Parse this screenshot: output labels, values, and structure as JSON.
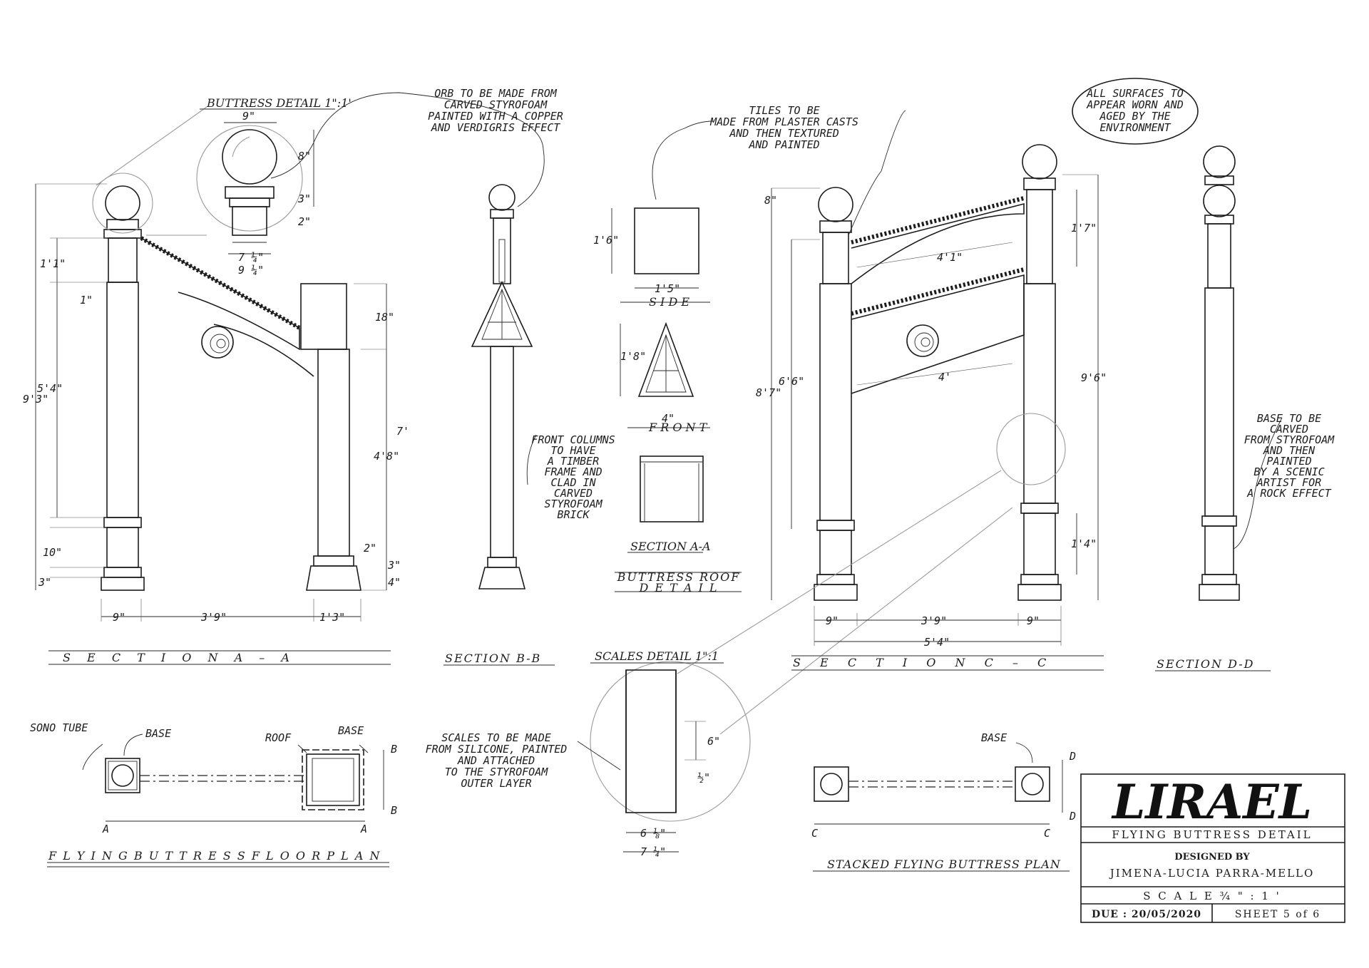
{
  "notes": {
    "orb": [
      "ORB TO BE MADE FROM",
      "CARVED STYROFOAM",
      "PAINTED WITH A COPPER",
      "AND VERDIGRIS EFFECT"
    ],
    "tiles": [
      "TILES TO BE",
      "MADE FROM PLASTER CASTS",
      "AND THEN TEXTURED",
      "AND PAINTED"
    ],
    "surfaces": [
      "ALL SURFACES TO",
      "APPEAR WORN AND",
      "AGED BY THE",
      "ENVIRONMENT"
    ],
    "front_columns": [
      "FRONT COLUMNS",
      "TO HAVE",
      "A TIMBER",
      "FRAME AND",
      "CLAD IN",
      "CARVED",
      "STYROFOAM",
      "BRICK"
    ],
    "base": [
      "BASE TO BE",
      "CARVED",
      "FROM STYROFOAM",
      "AND THEN",
      "PAINTED",
      "BY A SCENIC",
      "ARTIST FOR",
      "A ROCK EFFECT"
    ],
    "scales": [
      "SCALES TO BE MADE",
      "FROM SILICONE, PAINTED",
      "AND ATTACHED",
      "TO THE STYROFOAM",
      "OUTER LAYER"
    ]
  },
  "titles": {
    "buttress_detail": "BUTTRESS  DETAIL 1\":1'",
    "side": "S I D E",
    "front": "F R O N T",
    "section_aa_small": "SECTION A-A",
    "roof_detail_1": "BUTTRESS ROOF",
    "roof_detail_2": "D E T A I L",
    "scales_detail": "SCALES  DETAIL 1\":1",
    "section_aa": "S  E  C  T  I  O  N     A  –  A",
    "section_bb": "SECTION B-B",
    "section_cc": "S  E  C  T  I  O  N     C  –  C",
    "section_dd": "SECTION D-D",
    "floor_plan": "F L Y I N G   B U T T R E S S   F L O O R   P L A N",
    "stacked_plan": "STACKED FLYING BUTTRESS  PLAN"
  },
  "dims": {
    "d9in": "9\"",
    "d8in": "8\"",
    "d3in": "3\"",
    "d2in": "2\"",
    "d7q": "7 ¼\"",
    "d9q": "9 ¼\"",
    "d1_1": "1'1\"",
    "d1in": "1\"",
    "d5_4": "5'4\"",
    "d9_3": "9'3\"",
    "d18in": "18\"",
    "d4_8": "4'8\"",
    "d7": "7'",
    "d10in": "10\"",
    "d4in": "4\"",
    "d3_9": "3'9\"",
    "d1_3": "1'3\"",
    "d1_6": "1'6\"",
    "d1_5": "1'5\"",
    "d1_8": "1'8\"",
    "d4_4": "4\"",
    "d8in_c": "8\"",
    "d1_7": "1'7\"",
    "d4_1": "4'1\"",
    "d6_6": "6'6\"",
    "d8_7": "8'7\"",
    "d4c": "4'",
    "d9_6": "9'6\"",
    "d1_4": "1'4\"",
    "d5_4b": "5'4\"",
    "d6in": "6\"",
    "d6e": "6 ⅛\"",
    "d7qb": "7 ¼\"",
    "dhalf": "½\""
  },
  "plan_labels": {
    "sono_tube": "SONO TUBE",
    "base": "BASE",
    "roof": "ROOF",
    "base2": "BASE",
    "base3": "BASE",
    "A": "A",
    "B": "B",
    "C": "C",
    "D": "D"
  },
  "title_block": {
    "logo": "LIRAEL",
    "sheet_title": "FLYING BUTTRESS DETAIL",
    "designed_by_label": "DESIGNED BY",
    "designer": "JIMENA-LUCIA PARRA-MELLO",
    "scale": "S C A L E   ¾ \" : 1 '",
    "due": "DUE : 20/05/2020",
    "sheet": "SHEET 5 of 6"
  }
}
